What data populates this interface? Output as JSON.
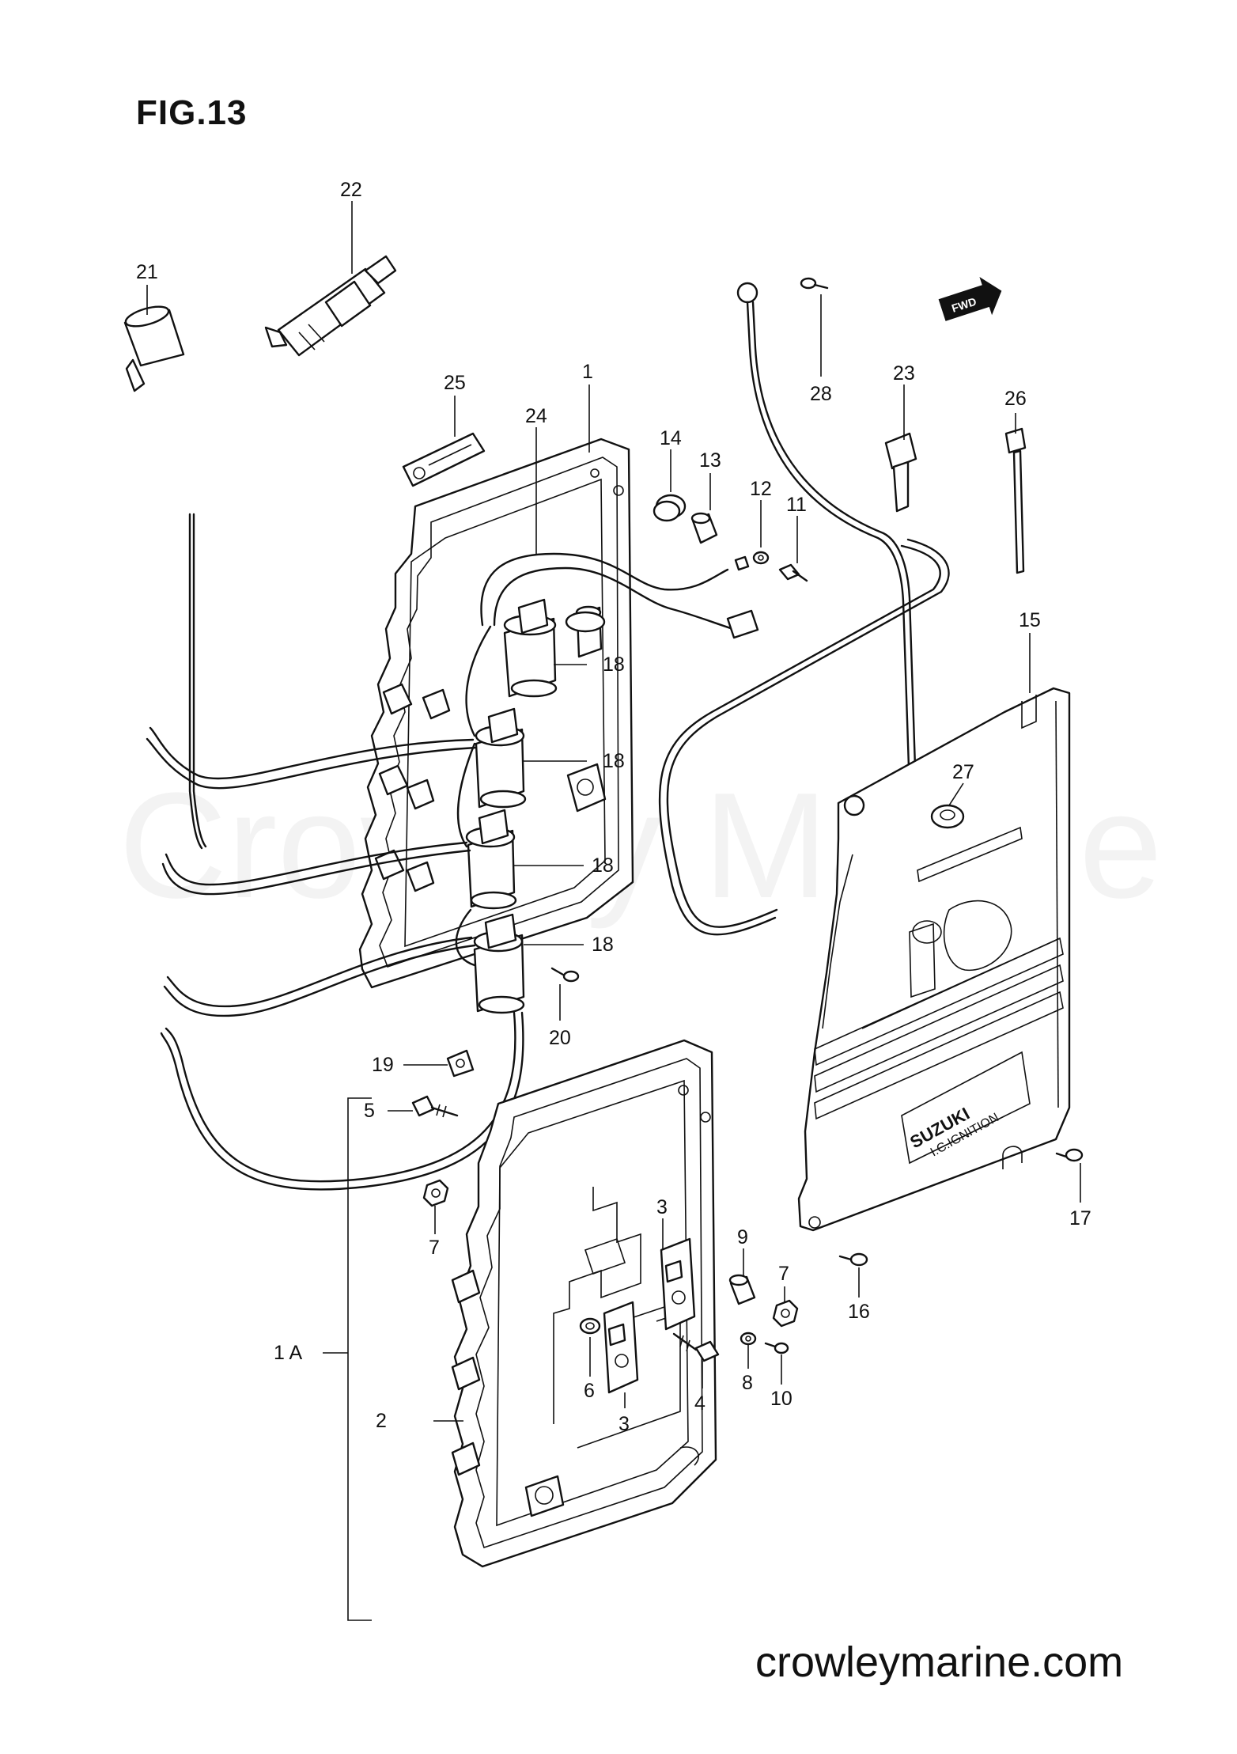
{
  "figure": {
    "title": "FIG.13"
  },
  "watermark": "Crowley Marine",
  "footer": {
    "site": "crowleymarine.com"
  },
  "direction_badge": "FWD",
  "cover_branding": {
    "line1": "SUZUKI",
    "line2": "I.C.IGNITION"
  },
  "callouts": {
    "p1": "1",
    "p1a": "1 A",
    "p2": "2",
    "p3a": "3",
    "p3b": "3",
    "p4": "4",
    "p5": "5",
    "p6": "6",
    "p7a": "7",
    "p7b": "7",
    "p8": "8",
    "p9": "9",
    "p10": "10",
    "p11": "11",
    "p12": "12",
    "p13": "13",
    "p14": "14",
    "p15": "15",
    "p16": "16",
    "p17": "17",
    "p18a": "18",
    "p18b": "18",
    "p18c": "18",
    "p18d": "18",
    "p19": "19",
    "p20": "20",
    "p21": "21",
    "p22": "22",
    "p23": "23",
    "p24": "24",
    "p25": "25",
    "p26": "26",
    "p27": "27",
    "p28": "28"
  }
}
